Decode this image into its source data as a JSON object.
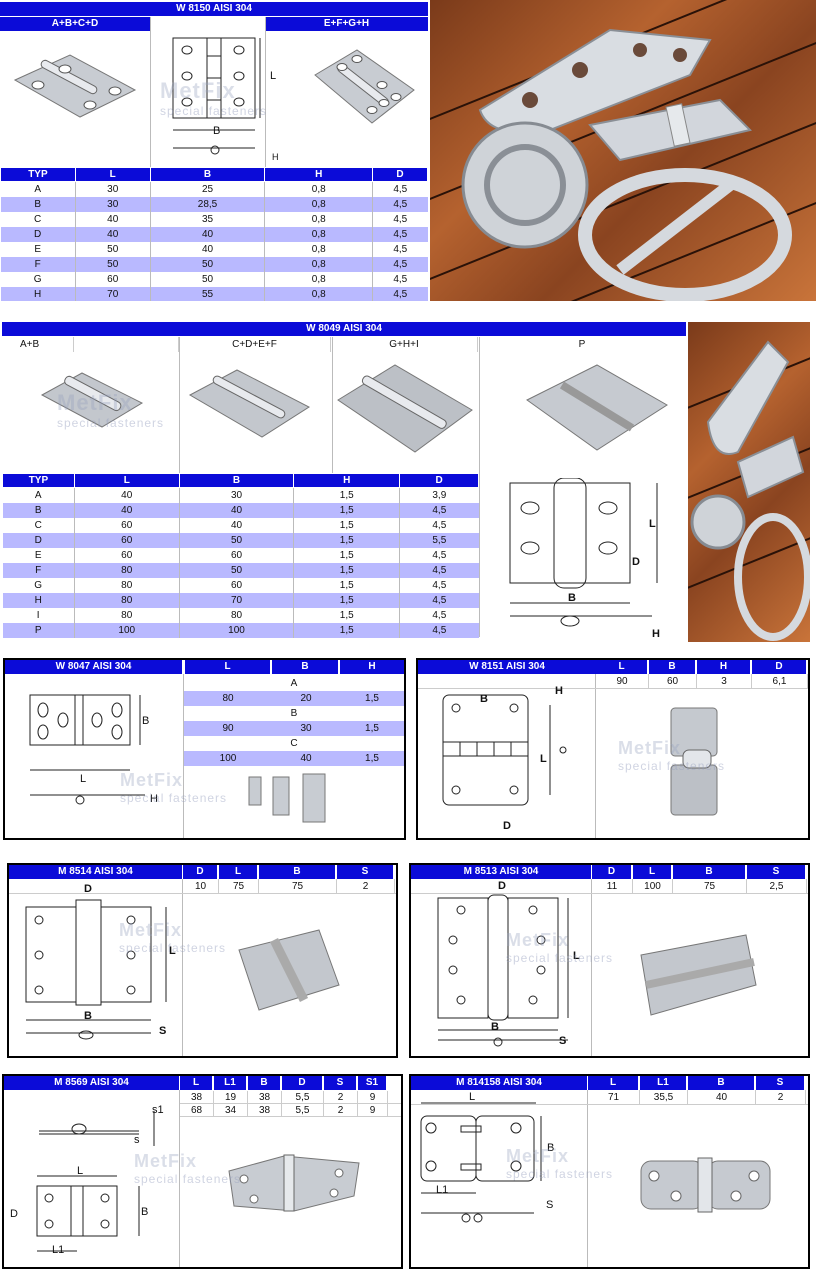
{
  "p1": {
    "title": "W 8150 AISI 304",
    "group_left": "A+B+C+D",
    "group_right": "E+F+G+H",
    "columns": [
      "TYP",
      "L",
      "B",
      "H",
      "D"
    ],
    "rows": [
      [
        "A",
        "30",
        "25",
        "0,8",
        "4,5"
      ],
      [
        "B",
        "30",
        "28,5",
        "0,8",
        "4,5"
      ],
      [
        "C",
        "40",
        "35",
        "0,8",
        "4,5"
      ],
      [
        "D",
        "40",
        "40",
        "0,8",
        "4,5"
      ],
      [
        "E",
        "50",
        "40",
        "0,8",
        "4,5"
      ],
      [
        "F",
        "50",
        "50",
        "0,8",
        "4,5"
      ],
      [
        "G",
        "60",
        "50",
        "0,8",
        "4,5"
      ],
      [
        "H",
        "70",
        "55",
        "0,8",
        "4,5"
      ]
    ],
    "dim_labels": [
      "L",
      "B",
      "H"
    ]
  },
  "p2": {
    "title": "W 8049  AISI 304",
    "groups": [
      "A+B",
      "C+D+E+F",
      "G+H+I",
      "P"
    ],
    "columns": [
      "TYP",
      "L",
      "B",
      "H",
      "D"
    ],
    "rows": [
      [
        "A",
        "40",
        "30",
        "1,5",
        "3,9"
      ],
      [
        "B",
        "40",
        "40",
        "1,5",
        "4,5"
      ],
      [
        "C",
        "60",
        "40",
        "1,5",
        "4,5"
      ],
      [
        "D",
        "60",
        "50",
        "1,5",
        "5,5"
      ],
      [
        "E",
        "60",
        "60",
        "1,5",
        "4,5"
      ],
      [
        "F",
        "80",
        "50",
        "1,5",
        "4,5"
      ],
      [
        "G",
        "80",
        "60",
        "1,5",
        "4,5"
      ],
      [
        "H",
        "80",
        "70",
        "1,5",
        "4,5"
      ],
      [
        "I",
        "80",
        "80",
        "1,5",
        "4,5"
      ],
      [
        "P",
        "100",
        "100",
        "1,5",
        "4,5"
      ]
    ],
    "dim_labels": [
      "L",
      "D",
      "B",
      "H"
    ]
  },
  "p3": {
    "title": "W 8047 AISI 304",
    "columns": [
      "L",
      "B",
      "H"
    ],
    "groups": [
      {
        "name": "A",
        "values": [
          "80",
          "20",
          "1,5"
        ]
      },
      {
        "name": "B",
        "values": [
          "90",
          "30",
          "1,5"
        ]
      },
      {
        "name": "C",
        "values": [
          "100",
          "40",
          "1,5"
        ]
      }
    ],
    "dim_labels": [
      "B",
      "L",
      "H"
    ]
  },
  "p4": {
    "title": "W 8151 AISI 304",
    "columns": [
      "L",
      "B",
      "H",
      "D"
    ],
    "values": [
      "90",
      "60",
      "3",
      "6,1"
    ],
    "dim_labels": [
      "B",
      "H",
      "L",
      "D"
    ]
  },
  "p5": {
    "title": "M 8514 AISI 304",
    "columns": [
      "D",
      "L",
      "B",
      "S"
    ],
    "values": [
      "10",
      "75",
      "75",
      "2"
    ],
    "dim_labels": [
      "D",
      "L",
      "B",
      "S"
    ]
  },
  "p6": {
    "title": "M 8513 AISI 304",
    "columns": [
      "D",
      "L",
      "B",
      "S"
    ],
    "values": [
      "11",
      "100",
      "75",
      "2,5"
    ],
    "dim_labels": [
      "D",
      "L",
      "B",
      "S"
    ]
  },
  "p7": {
    "title": "M 8569 AISI 304",
    "columns": [
      "L",
      "L1",
      "B",
      "D",
      "S",
      "S1"
    ],
    "rows": [
      [
        "38",
        "19",
        "38",
        "5,5",
        "2",
        "9"
      ],
      [
        "68",
        "34",
        "38",
        "5,5",
        "2",
        "9"
      ]
    ],
    "dim_labels": [
      "s1",
      "s",
      "L",
      "D",
      "B",
      "L1"
    ]
  },
  "p8": {
    "title": "M 814158 AISI 304",
    "columns": [
      "L",
      "L1",
      "B",
      "S"
    ],
    "values": [
      "71",
      "35,5",
      "40",
      "2"
    ],
    "dim_labels": [
      "L",
      "B",
      "L1",
      "S"
    ]
  },
  "watermark": {
    "brand": "MetFix",
    "tagline": "special fasteners"
  },
  "colors": {
    "header_blue": "#0b0bd8",
    "row_alt": "#b9b9ff",
    "border": "#000000"
  },
  "icons": [
    "hinge-photo",
    "hinge-drawing",
    "boat-hardware-photo"
  ]
}
